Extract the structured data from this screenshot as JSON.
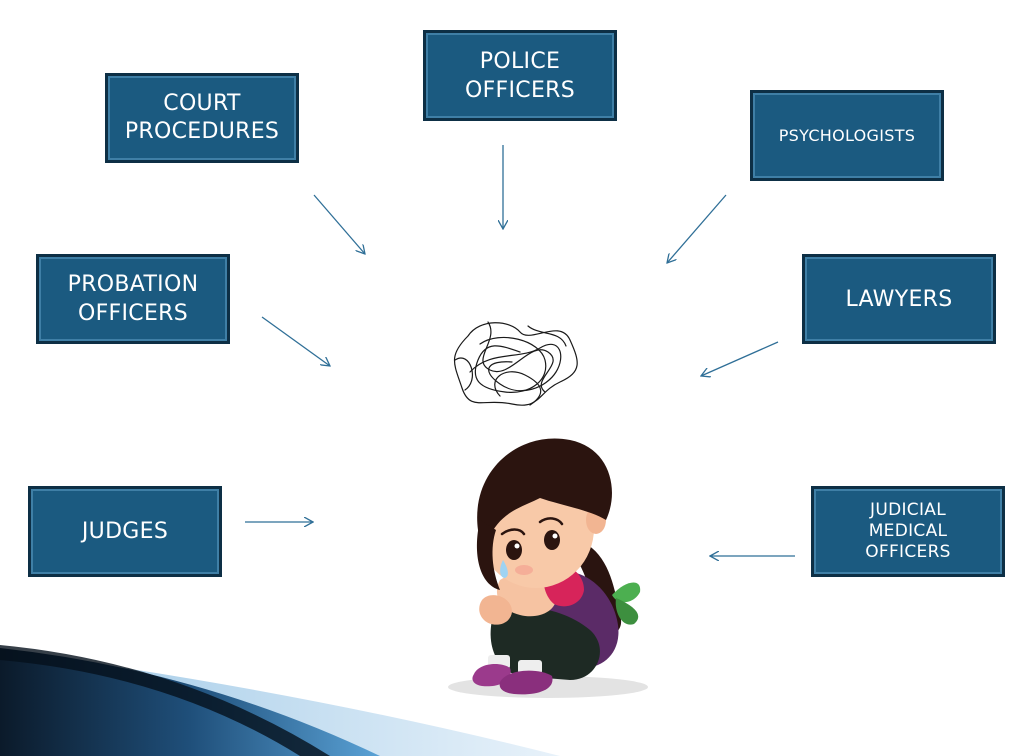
{
  "roles": {
    "court_procedures": "COURT\nPROCEDURES",
    "police_officers": "POLICE\nOFFICERS",
    "psychologists": "PSYCHOLOGISTS",
    "probation_officers": "PROBATION\nOFFICERS",
    "lawyers": "LAWYERS",
    "judges": "JUDGES",
    "judicial_medical_officers": "JUDICIAL\nMEDICAL\nOFFICERS"
  },
  "colors": {
    "box_fill": "#1b5a80",
    "box_border": "#0d2f45",
    "arrow": "#2f6f97",
    "swoosh_dark": "#0b1a2a",
    "swoosh_light": "#3a7fb8"
  }
}
